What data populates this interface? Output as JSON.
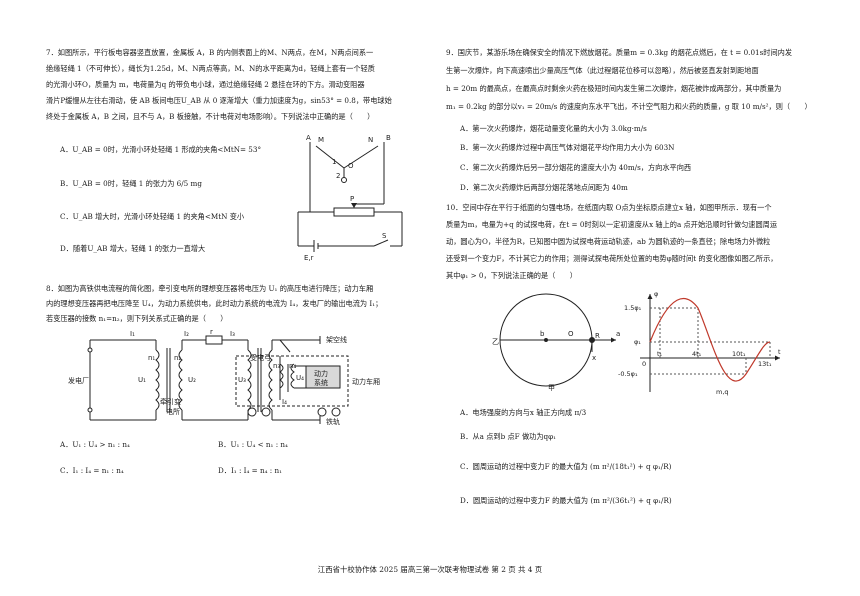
{
  "q7": {
    "lines": [
      "7．如图所示，平行板电容器竖直放置，金属板 A，B 的内侧表面上的M、N两点，在M，N两点间系一",
      "绝缘轻绳 1（不可伸长），绳长为1.25d，M、N两点等高，M、N的水平距离为d，轻绳上套有一个轻质",
      "的光滑小环O，质量为 m，电荷量为q 的带负电小球，通过绝缘轻绳 2 悬挂在环的下方。滑动变阻器",
      "滑片P缓慢从左往右滑动，使 AB 板间电压U_AB 从 0 逐渐增大（重力加速度为g，sin53° = 0.8，带电球始",
      "终处于金属板 A，B 之间，且不与 A，B 板接触，不计电荷对电场影响）。下列说法中正确的是（　　）"
    ],
    "options": [
      "A．U_AB = 0时，光滑小环处轻绳 1 形成的夹角<MtN= 53°",
      "B．U_AB = 0时，轻绳 1 的张力为 6/5 mg",
      "C．U_AB 增大时，光滑小环处轻绳 1 的夹角<MtN 变小",
      "D．随着U_AB 增大，轻绳 1 的张力一直增大"
    ],
    "labels": [
      "A",
      "M",
      "N",
      "B",
      "1",
      "2",
      "O",
      "P",
      "E,r",
      "S"
    ]
  },
  "q8": {
    "lines": [
      "8．如图为高铁供电流程的简化图，牵引变电所的理想变压器将电压为 U₁ 的高压电进行降压；动力车厢",
      "内的理想变压器再把电压降至 U₄，为动力系统供电，此时动力系统的电流为 I₄，发电厂的输出电流为 I₁；",
      "若变压器的接数 n₁=n₂，则下列关系式正确的是（　　）"
    ],
    "labels": [
      "发电厂",
      "牵引变",
      "电所",
      "受电弓",
      "架空线",
      "动力",
      "系统",
      "动力车厢",
      "铁轨",
      "I₁",
      "I₂",
      "I₃",
      "I₄",
      "r",
      "U₁",
      "U₂",
      "U₃",
      "U₄",
      "n₁",
      "n₂",
      "n₃",
      "n₄"
    ],
    "options": [
      "A．U₁ : U₄ > n₁ : n₄",
      "B．U₁ : U₄ < n₁ : n₄",
      "C．I₁ : I₄ = n₁ : n₄",
      "D．I₁ : I₄ = n₄ : n₁"
    ]
  },
  "q9": {
    "lines": [
      "9．国庆节，某游乐场在确保安全的情况下燃放烟花。质量m = 0.3kg 的烟花点燃后，在 t = 0.01s时间内发",
      "生第一次爆炸，向下高速喷出少量高压气体（此过程烟花位移可以忽略），然后被竖直发射到距地面",
      "h = 20m 的最高点，在最高点时剩余火药在极短时间内发生第二次爆炸，烟花被炸成两部分，其中质量为",
      "m₁ = 0.2kg 的部分以v₁ = 20m/s 的速度向东水平飞出，不计空气阻力和火药的质量，g 取 10 m/s²，则（　　）"
    ],
    "options": [
      "A．第一次火药爆炸，烟花动量变化量的大小为 3.0kg·m/s",
      "B．第一次火药爆炸过程中高压气体对烟花平均作用力大小为 603N",
      "C．第二次火药爆炸后另一部分烟花的速度大小为 40m/s，方向水平向西",
      "D．第二次火药爆炸后两部分烟花落地点间距为 40m"
    ]
  },
  "q10": {
    "lines": [
      "10．空间中存在平行于纸面的匀强电场，在纸面内取 O点为坐标原点建立x 轴，如图甲所示．现有一个",
      "质量为m，电量为+q 的试探电荷，在t = 0时刻以一定初速度从x 轴上的a 点开始沿顺时针做匀速圆周运",
      "动，圆心为O，半径为R，已知图中圆为试探电荷运动轨迹，ab 为圆轨迹的一条直径；除电场力外微粒",
      "还受到一个变力F，不计其它力的作用；测得试探电荷所处位置的电势φ随时间t 的变化图像如图乙所示，",
      "其中φ₁ > 0，下列说法正确的是（　　）"
    ],
    "fig_labels": [
      "甲",
      "乙",
      "b",
      "O",
      "R",
      "a",
      "x",
      "m,q",
      "1.5φ₁",
      "φ₁",
      "0",
      "-0.5φ₁",
      "t₁",
      "4t₁",
      "10t₁",
      "13t₁",
      "t",
      "φ"
    ],
    "options": [
      "A．电场强度的方向与x 轴正方向成 π/3",
      "B．从a 点到b 点F 做功为qφ₁",
      "C．圆周运动的过程中变力F 的最大值为 (m π²/(18t₁²) + q φ₁/R)",
      "D．圆周运动的过程中变力F 的最大值为 (m π²/(36t₁²) + q φ₁/R)"
    ]
  },
  "footer": "江西省十校协作体 2025 届高三第一次联考物理试卷 第 2 页 共 4 页"
}
